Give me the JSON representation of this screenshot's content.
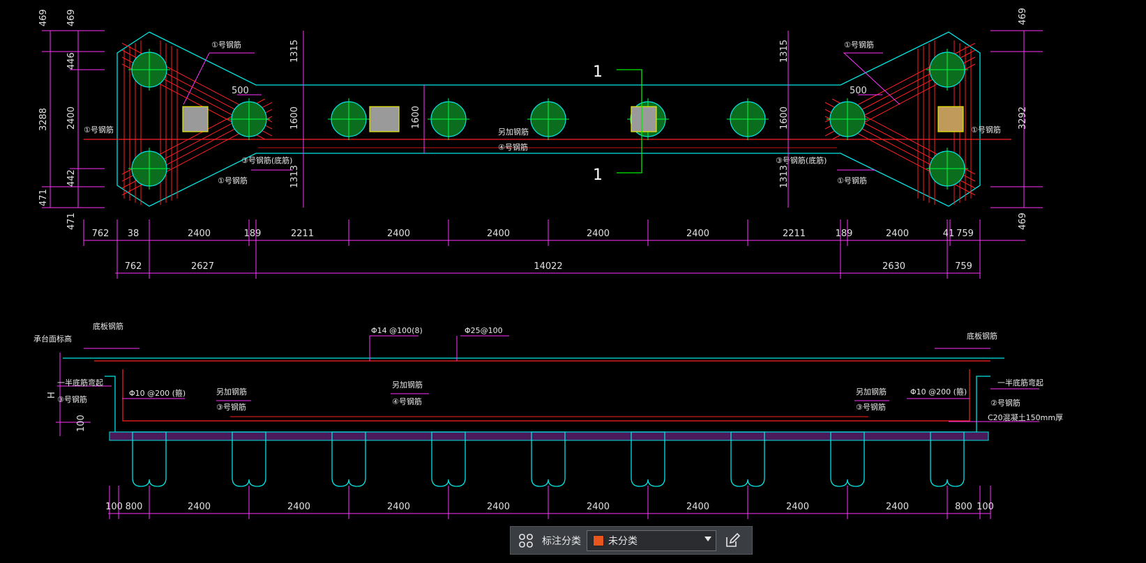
{
  "plan": {
    "section_mark": "1",
    "dims_top_row": [
      "762",
      "38",
      "2400",
      "189",
      "2211",
      "2400",
      "2400",
      "2400",
      "2400",
      "2211",
      "189",
      "2400",
      "41",
      "759"
    ],
    "dims_bottom_row": [
      "762",
      "2627",
      "14022",
      "2630",
      "759"
    ],
    "left_vert_outer": [
      "469",
      "3288",
      "471"
    ],
    "left_vert_inner": [
      "469",
      "446",
      "2400",
      "442",
      "471"
    ],
    "right_vert": [
      "469",
      "3292",
      "469"
    ],
    "center_vert_left": [
      "1315",
      "1600",
      "1313"
    ],
    "center_vert_right": [
      "1315",
      "1600",
      "1313"
    ],
    "mid_dim": "1600",
    "spacing_500": "500",
    "labels": {
      "rebar1": "①号钢筋",
      "rebar3_bottom": "③号钢筋(底筋)",
      "extra_bar": "另加钢筋",
      "rebar4": "④号钢筋"
    }
  },
  "section": {
    "top_bar_label": "Φ14 @100(8)",
    "top_bar_label2": "Φ25@100",
    "bottom_bar_label": "Φ10 @200  (箍)",
    "bottom_bar_label_right": "Φ10 @200  (箍)",
    "cap_top_elev": "承台面标高",
    "bottom_anchor": "底板钢筋",
    "half_extend": "一半底筋弯起",
    "h_label": "H",
    "v100": "100",
    "rebar2": "②号钢筋",
    "rebar3": "③号钢筋",
    "rebar4": "④号钢筋",
    "extra_bar": "另加钢筋",
    "c20": "C20混凝土150mm厚",
    "dims": [
      "100",
      "800",
      "2400",
      "2400",
      "2400",
      "2400",
      "2400",
      "2400",
      "2400",
      "2400",
      "800",
      "100"
    ]
  },
  "toolbar": {
    "label": "标注分类",
    "selected": "未分类",
    "swatch_color": "#e8561e"
  }
}
